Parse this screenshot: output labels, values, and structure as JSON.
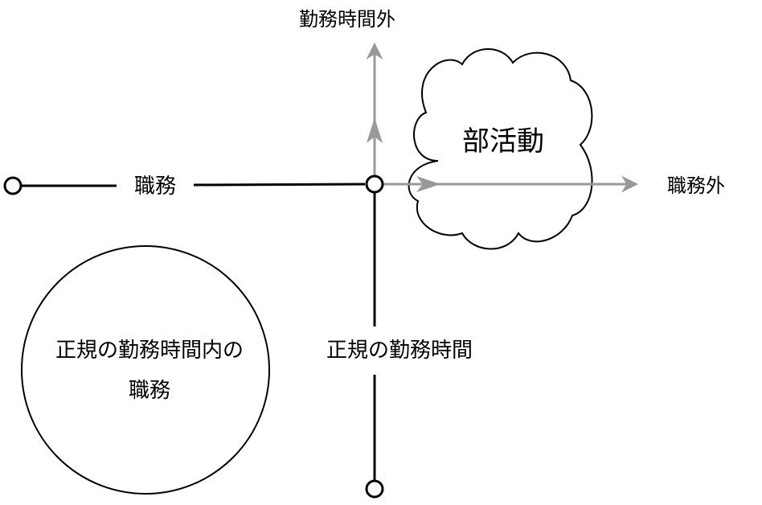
{
  "labels": {
    "duty": "職務",
    "off_duty_hours": "勤務時間外",
    "outside_duty": "職務外",
    "club_activity": "部活動",
    "regular_hours": "正規の勤務時間",
    "circle_line1": "正規の勤務時間内の",
    "circle_line2": "職務"
  },
  "colors": {
    "line": "#000000",
    "arrow": "#999999",
    "background": "#ffffff"
  }
}
